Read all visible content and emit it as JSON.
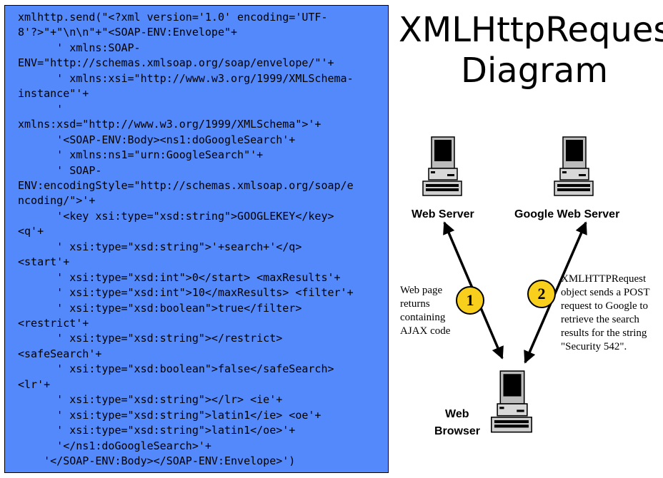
{
  "code": {
    "lines": [
      "xmlhttp.send(\"<?xml version='1.0' encoding='UTF-",
      "8'?>\"+\"\\n\\n\"+\"<SOAP-ENV:Envelope\"+",
      "      ' xmlns:SOAP-",
      "ENV=\"http://schemas.xmlsoap.org/soap/envelope/\"'+",
      "      ' xmlns:xsi=\"http://www.w3.org/1999/XMLSchema-",
      "instance\"'+",
      "      '",
      "xmlns:xsd=\"http://www.w3.org/1999/XMLSchema\">'+",
      "      '<SOAP-ENV:Body><ns1:doGoogleSearch'+",
      "      ' xmlns:ns1=\"urn:GoogleSearch\"'+",
      "      ' SOAP-",
      "ENV:encodingStyle=\"http://schemas.xmlsoap.org/soap/e",
      "ncoding/\">'+",
      "      '<key xsi:type=\"xsd:string\">GOOGLEKEY</key>",
      "<q'+",
      "      ' xsi:type=\"xsd:string\">'+search+'</q>",
      "<start'+",
      "      ' xsi:type=\"xsd:int\">0</start> <maxResults'+",
      "      ' xsi:type=\"xsd:int\">10</maxResults> <filter'+",
      "      ' xsi:type=\"xsd:boolean\">true</filter>",
      "<restrict'+",
      "      ' xsi:type=\"xsd:string\"></restrict>",
      "<safeSearch'+",
      "      ' xsi:type=\"xsd:boolean\">false</safeSearch>",
      "<lr'+",
      "      ' xsi:type=\"xsd:string\"></lr> <ie'+",
      "      ' xsi:type=\"xsd:string\">latin1</ie> <oe'+",
      "      ' xsi:type=\"xsd:string\">latin1</oe>'+",
      "      '</ns1:doGoogleSearch>'+",
      "    '</SOAP-ENV:Body></SOAP-ENV:Envelope>')"
    ],
    "background_color": "#5389fa"
  },
  "title": {
    "line1": "XMLHttpRequest",
    "line2": "Diagram"
  },
  "nodes": {
    "web_server": "Web Server",
    "google_web_server": "Google Web Server",
    "web_browser_line1": "Web",
    "web_browser_line2": "Browser"
  },
  "steps": [
    {
      "number": "1",
      "caption_lines": [
        "Web page",
        "returns",
        "containing",
        "AJAX code"
      ]
    },
    {
      "number": "2",
      "caption_lines": [
        "XMLHTTPRequest",
        "object sends a POST",
        "request to Google to",
        "retrieve the search",
        "results for the string",
        "\"Security 542\"."
      ]
    }
  ],
  "colors": {
    "badge": "#f8cf1d",
    "code_panel": "#5389fa"
  },
  "icons": {
    "computer": "desktop-computer-icon"
  }
}
